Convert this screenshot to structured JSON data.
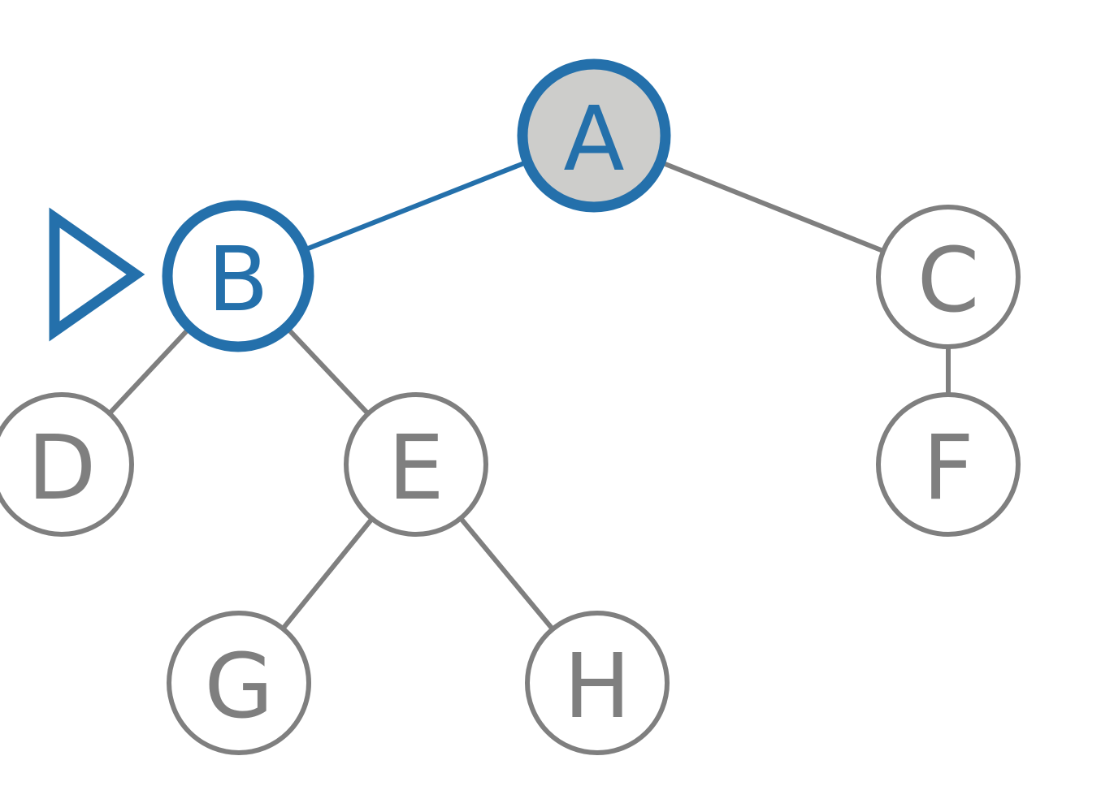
{
  "colors": {
    "background": "#ffffff",
    "highlight": "#2470ab",
    "default": "#7f7f7f",
    "node_fill": "#ffffff",
    "current_fill": "#cdcdcb"
  },
  "icons": {
    "pointer": "triangle-right-icon"
  },
  "tree": {
    "nodes": [
      {
        "id": "A",
        "label": "A",
        "state": "current"
      },
      {
        "id": "B",
        "label": "B",
        "state": "path"
      },
      {
        "id": "C",
        "label": "C",
        "state": "normal"
      },
      {
        "id": "D",
        "label": "D",
        "state": "normal"
      },
      {
        "id": "E",
        "label": "E",
        "state": "normal"
      },
      {
        "id": "F",
        "label": "F",
        "state": "normal"
      },
      {
        "id": "G",
        "label": "G",
        "state": "normal"
      },
      {
        "id": "H",
        "label": "H",
        "state": "normal"
      }
    ],
    "edges": [
      {
        "from": "A",
        "to": "B",
        "state": "path"
      },
      {
        "from": "A",
        "to": "C",
        "state": "normal"
      },
      {
        "from": "B",
        "to": "D",
        "state": "normal"
      },
      {
        "from": "B",
        "to": "E",
        "state": "normal"
      },
      {
        "from": "C",
        "to": "F",
        "state": "normal"
      },
      {
        "from": "E",
        "to": "G",
        "state": "normal"
      },
      {
        "from": "E",
        "to": "H",
        "state": "normal"
      }
    ],
    "pointer_target": "B"
  }
}
